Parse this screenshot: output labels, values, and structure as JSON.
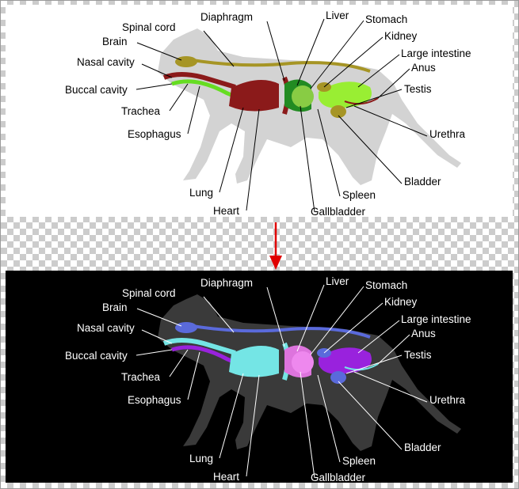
{
  "labels": {
    "spinal_cord": "Spinal cord",
    "brain": "Brain",
    "nasal_cavity": "Nasal cavity",
    "buccal_cavity": "Buccal cavity",
    "trachea": "Trachea",
    "esophagus": "Esophagus",
    "lung": "Lung",
    "heart": "Heart",
    "diaphragm": "Diaphragm",
    "liver": "Liver",
    "stomach": "Stomach",
    "kidney": "Kidney",
    "large_intestine": "Large intestine",
    "anus": "Anus",
    "testis": "Testis",
    "urethra": "Urethra",
    "bladder": "Bladder",
    "spleen": "Spleen",
    "gallbladder": "Gallbladder"
  },
  "original_colors": {
    "body": "#d3d3d3",
    "brain": "#a69525",
    "spinal_cord": "#a69525",
    "respiratory": "#8b1a1a",
    "digestive": "#66dd22",
    "liver": "#228b22",
    "kidney_testis": "#a69525",
    "arrow": "#e00000"
  },
  "inverted_colors": {
    "background": "#000000",
    "body": "#3a3a3a",
    "brain": "#5a6adb",
    "spinal_cord": "#5a6adb",
    "respiratory": "#74e5e5",
    "digestive": "#9922dd",
    "liver": "#dd74dd",
    "kidney_testis": "#5a6adb"
  }
}
